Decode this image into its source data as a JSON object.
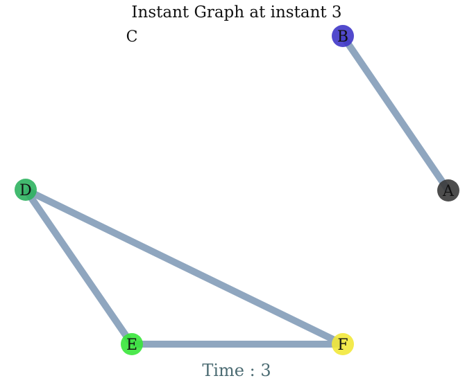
{
  "title": "Instant Graph at instant 3",
  "time_label": "Time : 3",
  "colors": {
    "edge": "#8fa6bf",
    "background": "#ffffff"
  },
  "nodes": [
    {
      "id": "A",
      "label": "A",
      "color": "#3a3a3a",
      "visible": true
    },
    {
      "id": "B",
      "label": "B",
      "color": "#3f36c8",
      "visible": true
    },
    {
      "id": "C",
      "label": "C",
      "color": "#ffffff",
      "visible": false
    },
    {
      "id": "D",
      "label": "D",
      "color": "#2db35f",
      "visible": true
    },
    {
      "id": "E",
      "label": "E",
      "color": "#39e63a",
      "visible": true
    },
    {
      "id": "F",
      "label": "F",
      "color": "#f2e83a",
      "visible": true
    }
  ],
  "edges": [
    {
      "source": "B",
      "target": "A"
    },
    {
      "source": "D",
      "target": "E"
    },
    {
      "source": "D",
      "target": "F"
    },
    {
      "source": "E",
      "target": "F"
    }
  ]
}
